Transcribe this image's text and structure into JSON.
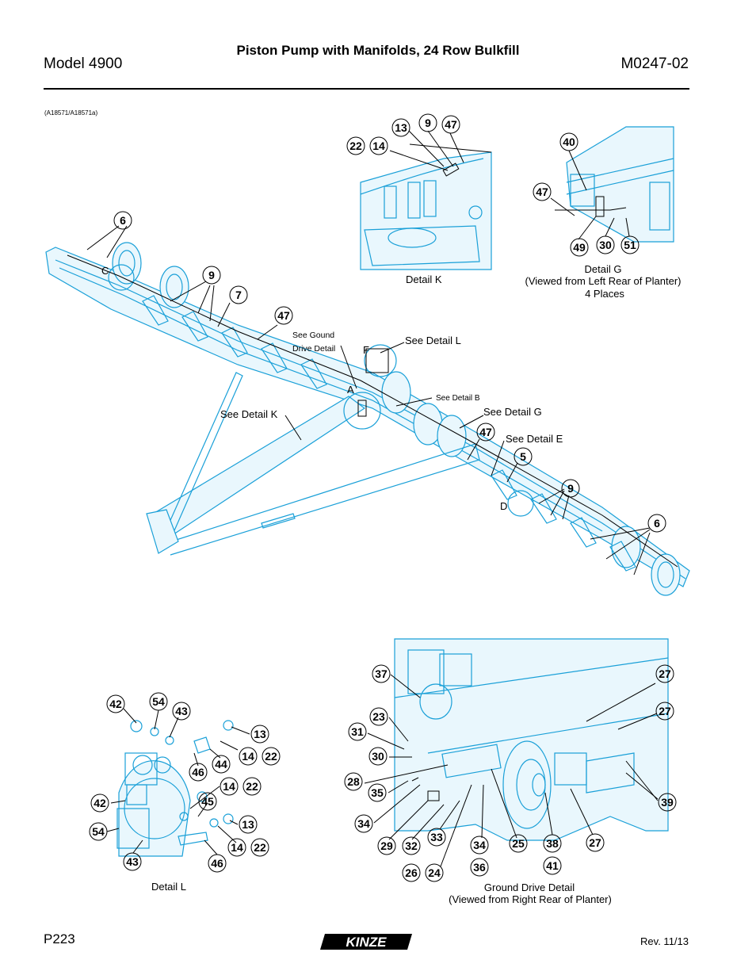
{
  "header": {
    "model": "Model 4900",
    "title": "Piston Pump with Manifolds, 24 Row Bulkfill",
    "part_number": "M0247-02"
  },
  "reference": "(A18571/A18571a)",
  "footer": {
    "page": "P223",
    "revision": "Rev. 11/13",
    "logo_text": "KINZE"
  },
  "main": {
    "labels": {
      "see_gound": "See Gound",
      "drive_detail": "Drive Detail",
      "see_detail_l": "See Detail L",
      "see_detail_b": "See Detail B",
      "see_detail_g": "See Detail G",
      "see_detail_e": "See Detail E",
      "see_detail_k": "See Detail K",
      "ref_c": "C",
      "ref_f": "F",
      "ref_a": "A",
      "ref_d": "D"
    },
    "callouts": {
      "c6a": "6",
      "c9a": "9",
      "c7": "7",
      "c47a": "47",
      "c47b": "47",
      "c5": "5",
      "c9b": "9",
      "c6b": "6"
    }
  },
  "detail_k": {
    "caption": "Detail K",
    "callouts": {
      "c13": "13",
      "c9": "9",
      "c47": "47",
      "c22": "22",
      "c14": "14"
    }
  },
  "detail_g": {
    "caption_1": "Detail G",
    "caption_2": "(Viewed from Left Rear of Planter)",
    "caption_3": "4 Places",
    "callouts": {
      "c40": "40",
      "c47": "47",
      "c49": "49",
      "c30": "30",
      "c51": "51"
    }
  },
  "detail_l": {
    "caption": "Detail L",
    "callouts": {
      "c42a": "42",
      "c54a": "54",
      "c43a": "43",
      "c13a": "13",
      "c14a": "14",
      "c22a": "22",
      "c44": "44",
      "c46a": "46",
      "c14b": "14",
      "c22b": "22",
      "c45": "45",
      "c42b": "42",
      "c13b": "13",
      "c54b": "54",
      "c14c": "14",
      "c22c": "22",
      "c43b": "43",
      "c46b": "46"
    }
  },
  "ground_drive": {
    "caption_1": "Ground Drive Detail",
    "caption_2": "(Viewed from Right Rear of Planter)",
    "callouts": {
      "c37": "37",
      "c23": "23",
      "c31": "31",
      "c30": "30",
      "c28": "28",
      "c35": "35",
      "c34a": "34",
      "c29": "29",
      "c32": "32",
      "c33": "33",
      "c26": "26",
      "c24": "24",
      "c34b": "34",
      "c36": "36",
      "c25": "25",
      "c38": "38",
      "c41": "41",
      "c27a": "27",
      "c27b": "27",
      "c27c": "27",
      "c39": "39"
    }
  }
}
